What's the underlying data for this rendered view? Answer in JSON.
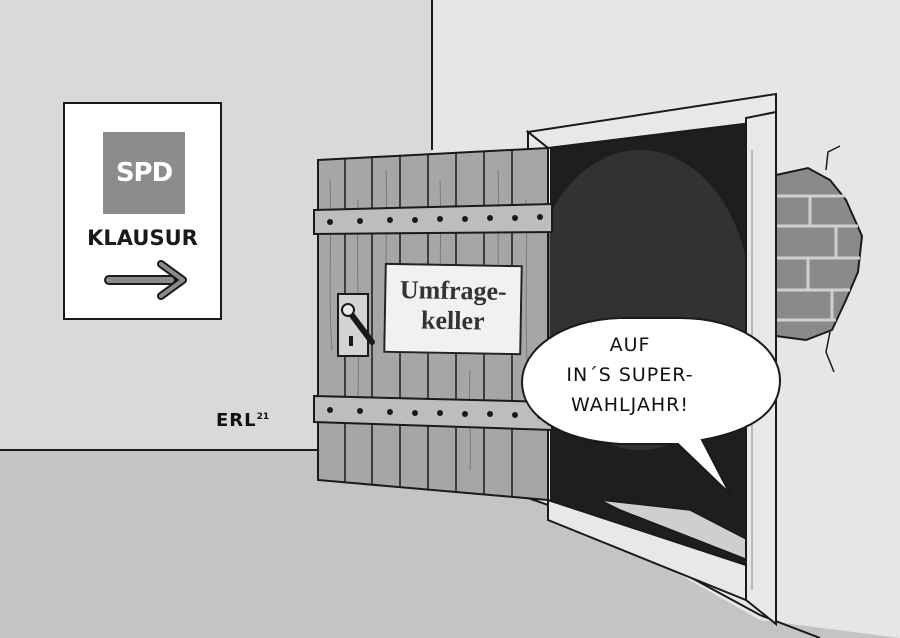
{
  "sign": {
    "logo": "SPD",
    "label": "KLAUSUR",
    "arrow_icon": "arrow-right-icon"
  },
  "door": {
    "plaque_line_1": "Umfrage-",
    "plaque_line_2": "keller"
  },
  "speech_bubble": {
    "line_1": "AUF",
    "line_2": "IN´S SUPER-",
    "line_3": "WAHLJAHR!"
  },
  "signature": {
    "name": "ERL",
    "year": "21"
  },
  "colors": {
    "back_wall": "#d9d9d9",
    "right_wall": "#e6e6e6",
    "floor": "#c4c4c4",
    "logo_box": "#8c8c8c",
    "doorway": "#1e1e1e",
    "brick": "#8a8a8a"
  }
}
